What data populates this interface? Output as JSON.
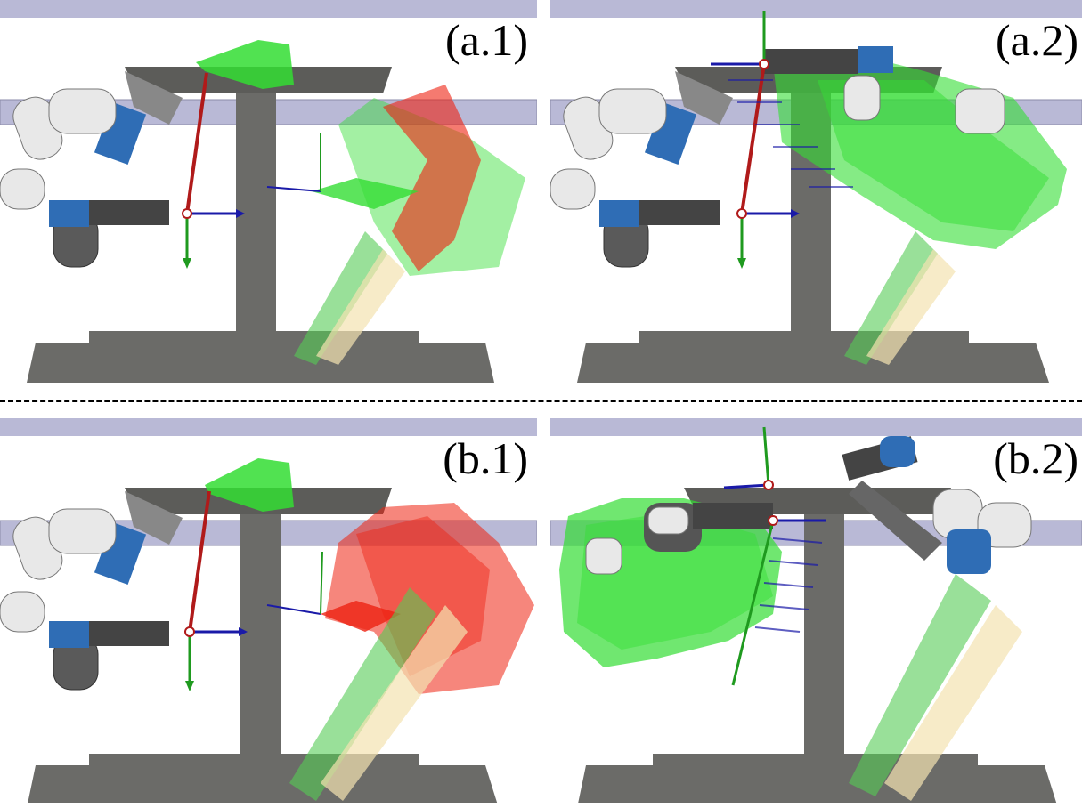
{
  "panels": [
    {
      "id": "a1",
      "label": "(a.1)"
    },
    {
      "id": "a2",
      "label": "(a.2)"
    },
    {
      "id": "b1",
      "label": "(b.1)"
    },
    {
      "id": "b2",
      "label": "(b.2)"
    }
  ],
  "colors": {
    "rail": "#b9b9d6",
    "rail_stroke": "#8a8aa8",
    "table": "#6b6b68",
    "table_dark": "#5c5c59",
    "feasible": "#33dd33",
    "infeasible": "#ee2211",
    "board_green": "#55cc55",
    "board_cream": "#f3e3b0",
    "robot_blue": "#2f6db5",
    "robot_white": "#e8e8e8",
    "axis_x": "#1a1aa8",
    "axis_y": "#1f9a1f",
    "axis_z": "#b01a1a"
  }
}
